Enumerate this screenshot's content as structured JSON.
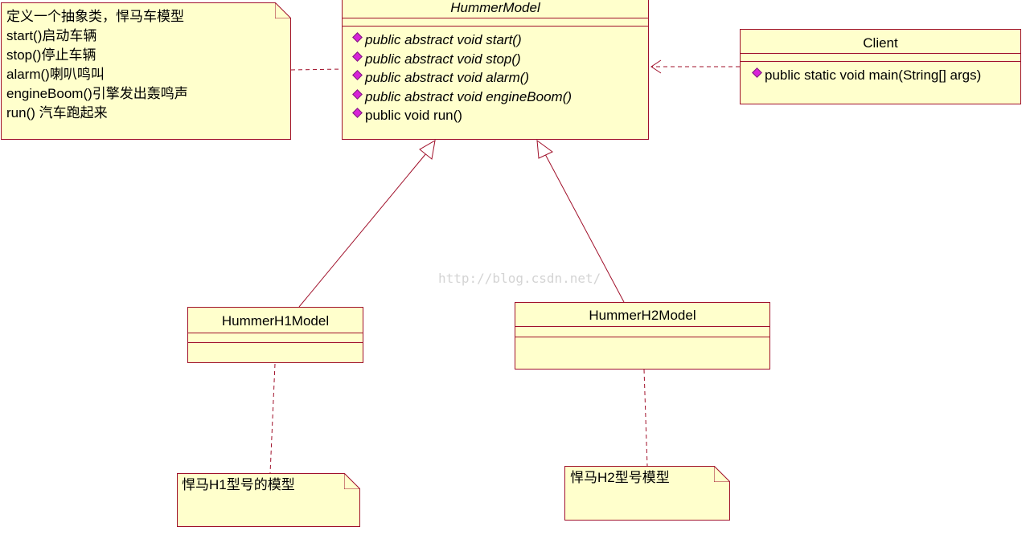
{
  "classes": {
    "hummer_model": {
      "name": "HummerModel",
      "operations": [
        {
          "text": "public abstract void start()",
          "abstract": true
        },
        {
          "text": "public abstract void stop()",
          "abstract": true
        },
        {
          "text": "public abstract void alarm()",
          "abstract": true
        },
        {
          "text": "public abstract void engineBoom()",
          "abstract": true
        },
        {
          "text": "public void run()",
          "abstract": false
        }
      ]
    },
    "client": {
      "name": "Client",
      "operations": [
        {
          "text": "public static void main(String[] args)",
          "abstract": false
        }
      ]
    },
    "hummer_h1": {
      "name": "HummerH1Model"
    },
    "hummer_h2": {
      "name": "HummerH2Model"
    }
  },
  "notes": {
    "abstract_note": {
      "lines": [
        "定义一个抽象类，悍马车模型",
        "start()启动车辆",
        "stop()停止车辆",
        "alarm()喇叭鸣叫",
        "engineBoom()引擎发出轰鸣声",
        "run() 汽车跑起来"
      ]
    },
    "h1_note": {
      "lines": [
        "悍马H1型号的模型"
      ]
    },
    "h2_note": {
      "lines": [
        "悍马H2型号模型"
      ]
    }
  },
  "watermark": "http://blog.csdn.net/",
  "colors": {
    "box_fill": "#ffffcc",
    "border": "#a0102a",
    "operation_icon": "#d822d8",
    "watermark": "#d4d4d4"
  }
}
